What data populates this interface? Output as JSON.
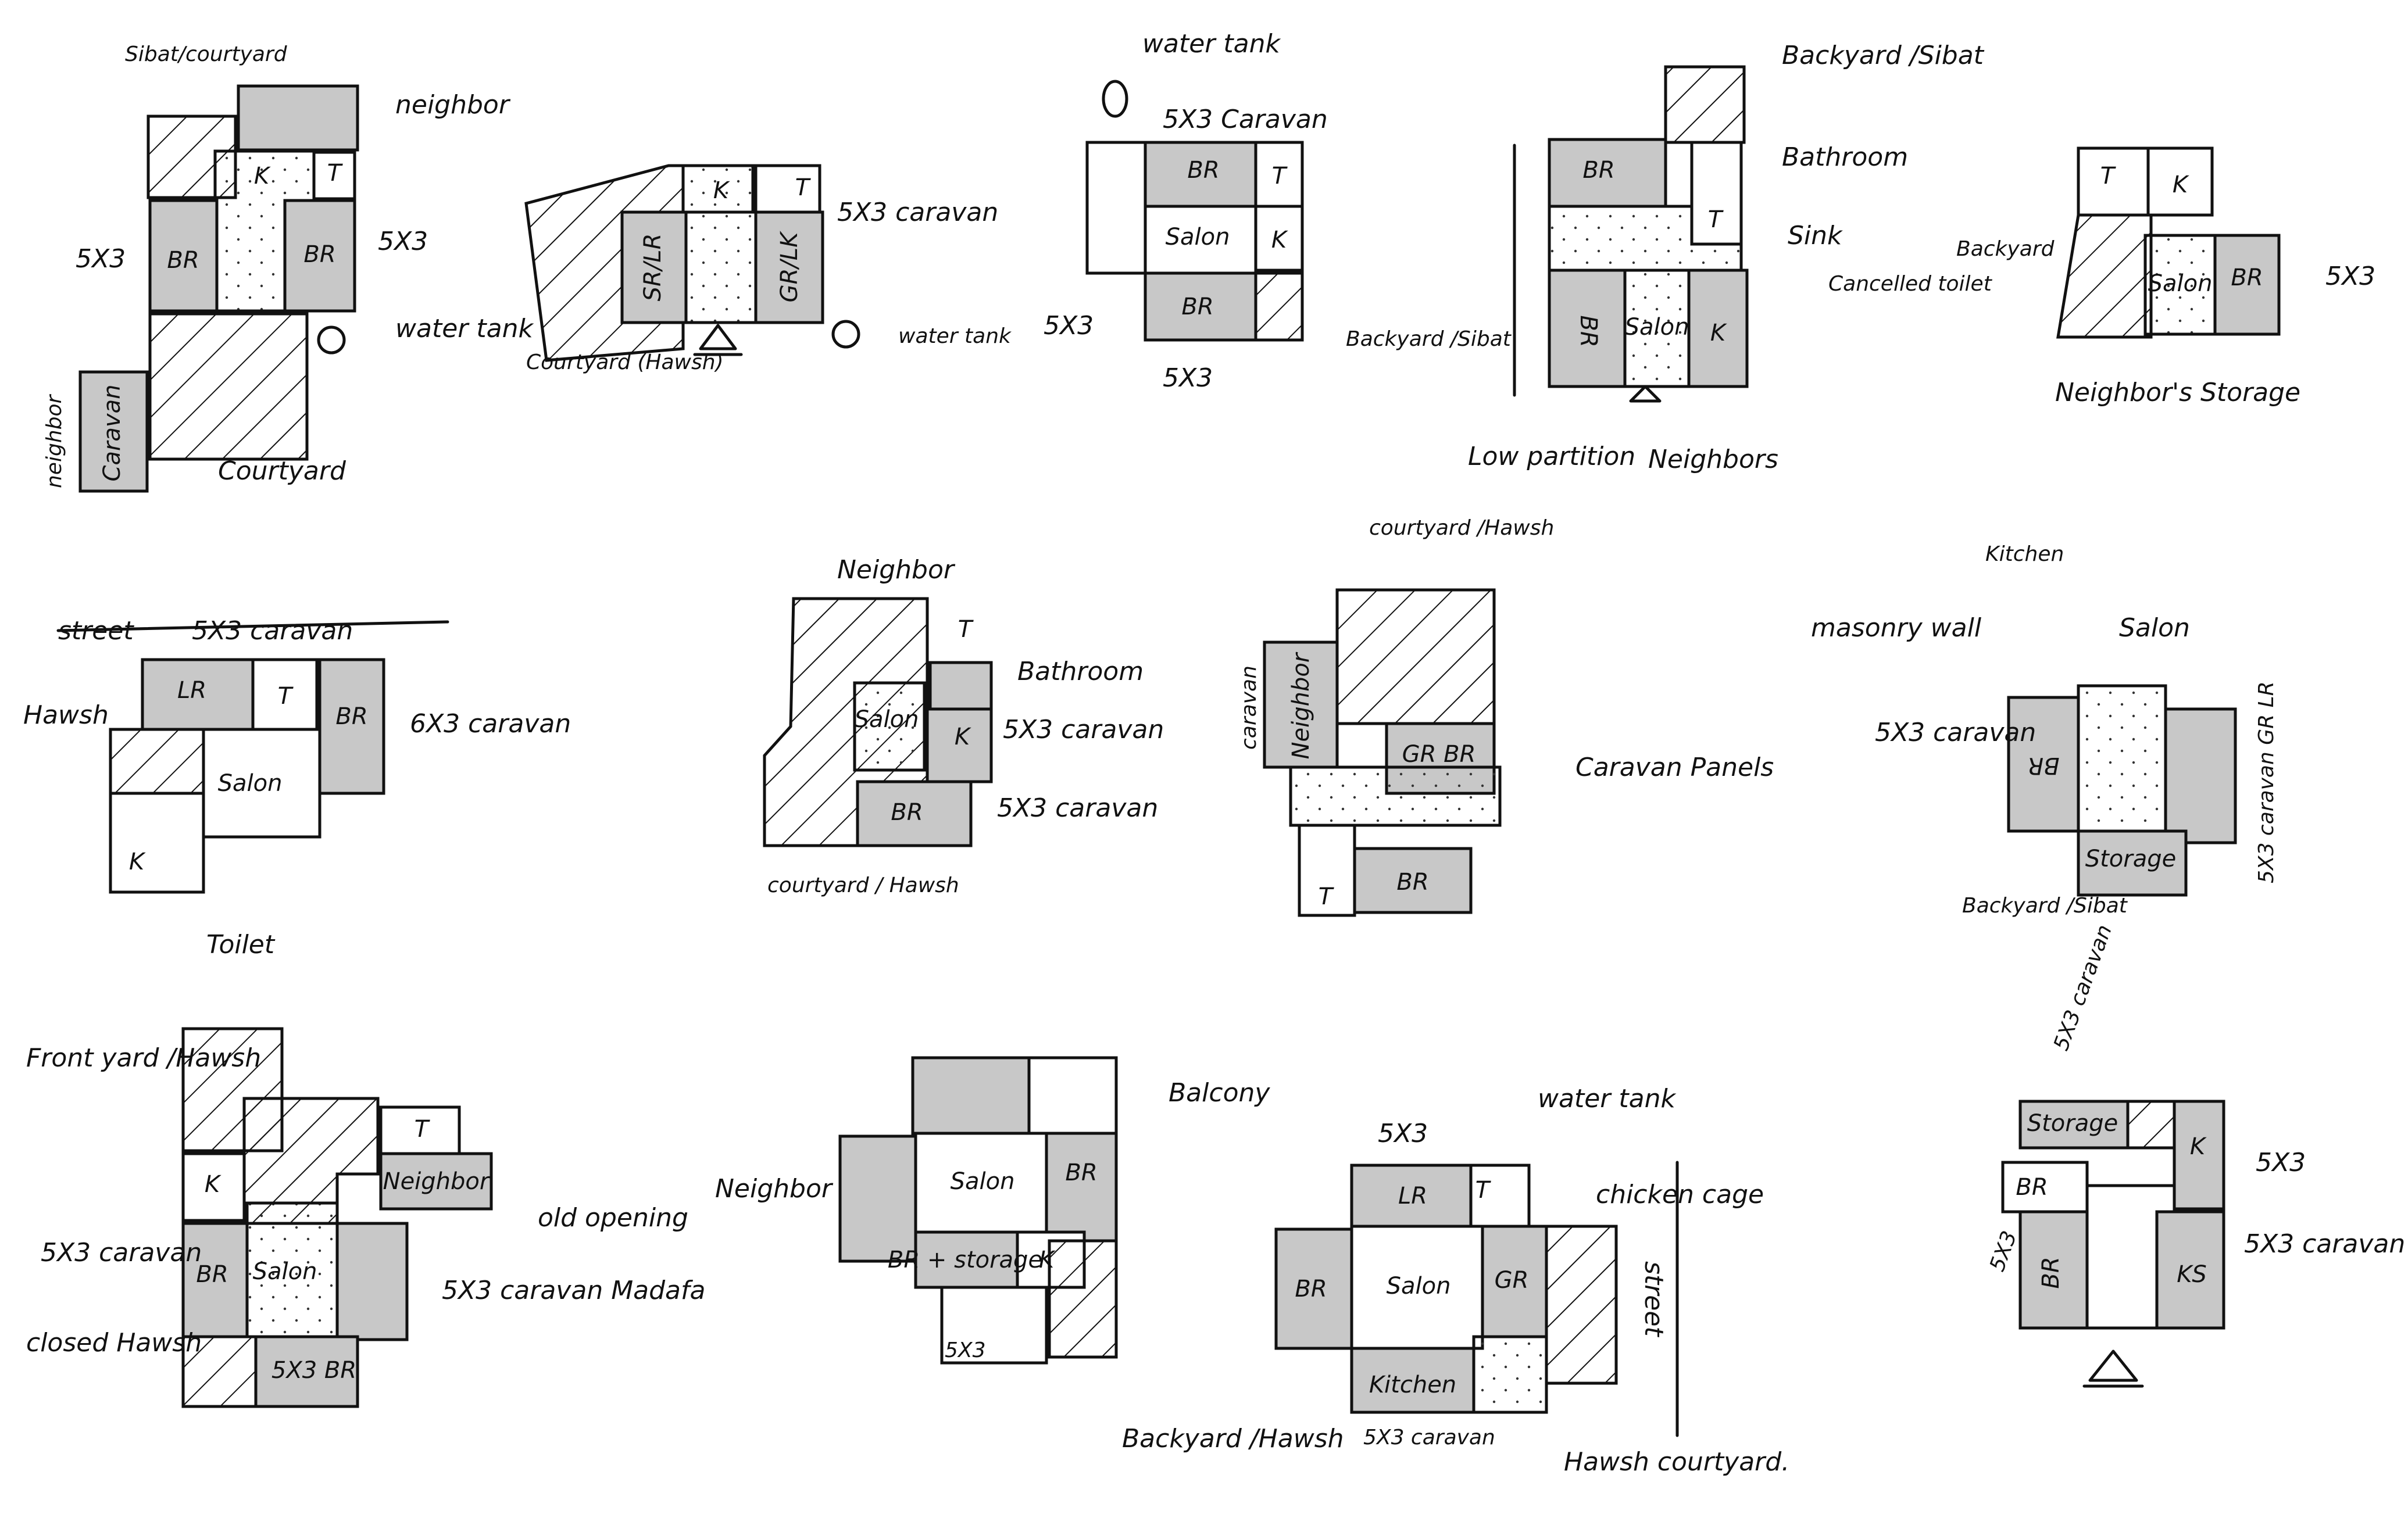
{
  "plans": [
    {
      "id": "p1",
      "rooms": [
        "K",
        "T",
        "BR",
        "BR"
      ],
      "labels": [
        "Sibat/courtyard",
        "neighbor",
        "5X3",
        "5X3",
        "water tank",
        "Courtyard",
        "neighbor",
        "Caravan"
      ]
    },
    {
      "id": "p2",
      "rooms": [
        "K",
        "T",
        "SR/LR",
        "GR/LK"
      ],
      "labels": [
        "5X3 caravan",
        "Courtyard (Hawsh)",
        "water tank"
      ]
    },
    {
      "id": "p3",
      "rooms": [
        "BR",
        "T",
        "Salon",
        "K",
        "BR"
      ],
      "labels": [
        "water tank",
        "5X3 Caravan",
        "5X3",
        "5X3",
        "Backyard /Sibat"
      ]
    },
    {
      "id": "p4",
      "rooms": [
        "BR",
        "T",
        "BR",
        "Salon",
        "K"
      ],
      "labels": [
        "Backyard /Sibat",
        "Bathroom",
        "Sink",
        "Cancelled toilet",
        "Low partition",
        "Neighbors"
      ]
    },
    {
      "id": "p5",
      "rooms": [
        "T",
        "K",
        "Salon",
        "BR"
      ],
      "labels": [
        "Backyard",
        "5X3",
        "Neighbor's Storage"
      ]
    },
    {
      "id": "p6",
      "rooms": [
        "LR",
        "T",
        "BR",
        "Salon",
        "K"
      ],
      "labels": [
        "street",
        "5X3 caravan",
        "Hawsh",
        "6X3 caravan",
        "Toilet"
      ]
    },
    {
      "id": "p7",
      "rooms": [
        "Salon",
        "K",
        "BR"
      ],
      "labels": [
        "Neighbor",
        "T",
        "Bathroom",
        "5X3 caravan",
        "5X3 caravan",
        "courtyard / Hawsh"
      ]
    },
    {
      "id": "p8",
      "rooms": [
        "Neighbor",
        "GR BR",
        "BR",
        "T"
      ],
      "labels": [
        "courtyard /Hawsh",
        "caravan",
        "Caravan Panels"
      ]
    },
    {
      "id": "p9",
      "rooms": [
        "BR",
        "Storage"
      ],
      "labels": [
        "Kitchen",
        "Salon",
        "masonry wall",
        "5X3 caravan",
        "5X3 caravan GR LR",
        "Backyard /Sibat"
      ]
    },
    {
      "id": "p10",
      "rooms": [
        "T",
        "K",
        "Neighbor",
        "BR",
        "Salon",
        "5X3 BR"
      ],
      "labels": [
        "Front yard /Hawsh",
        "old opening",
        "5X3 caravan",
        "5X3 caravan Madafa",
        "closed Hawsh"
      ]
    },
    {
      "id": "p11",
      "rooms": [
        "Salon",
        "BR",
        "BR + storage",
        "K"
      ],
      "labels": [
        "Balcony",
        "Neighbor",
        "5X3",
        "Backyard /Hawsh"
      ]
    },
    {
      "id": "p12",
      "rooms": [
        "LR",
        "T",
        "BR",
        "Salon",
        "GR",
        "Kitchen"
      ],
      "labels": [
        "water tank",
        "5X3",
        "chicken cage",
        "street",
        "5X3 caravan",
        "Hawsh courtyard."
      ]
    },
    {
      "id": "p13",
      "rooms": [
        "Storage",
        "BR",
        "K",
        "BR",
        "KS"
      ],
      "labels": [
        "5X3 caravan",
        "5X3",
        "5X3",
        "5X3 caravan Madafa"
      ]
    }
  ]
}
